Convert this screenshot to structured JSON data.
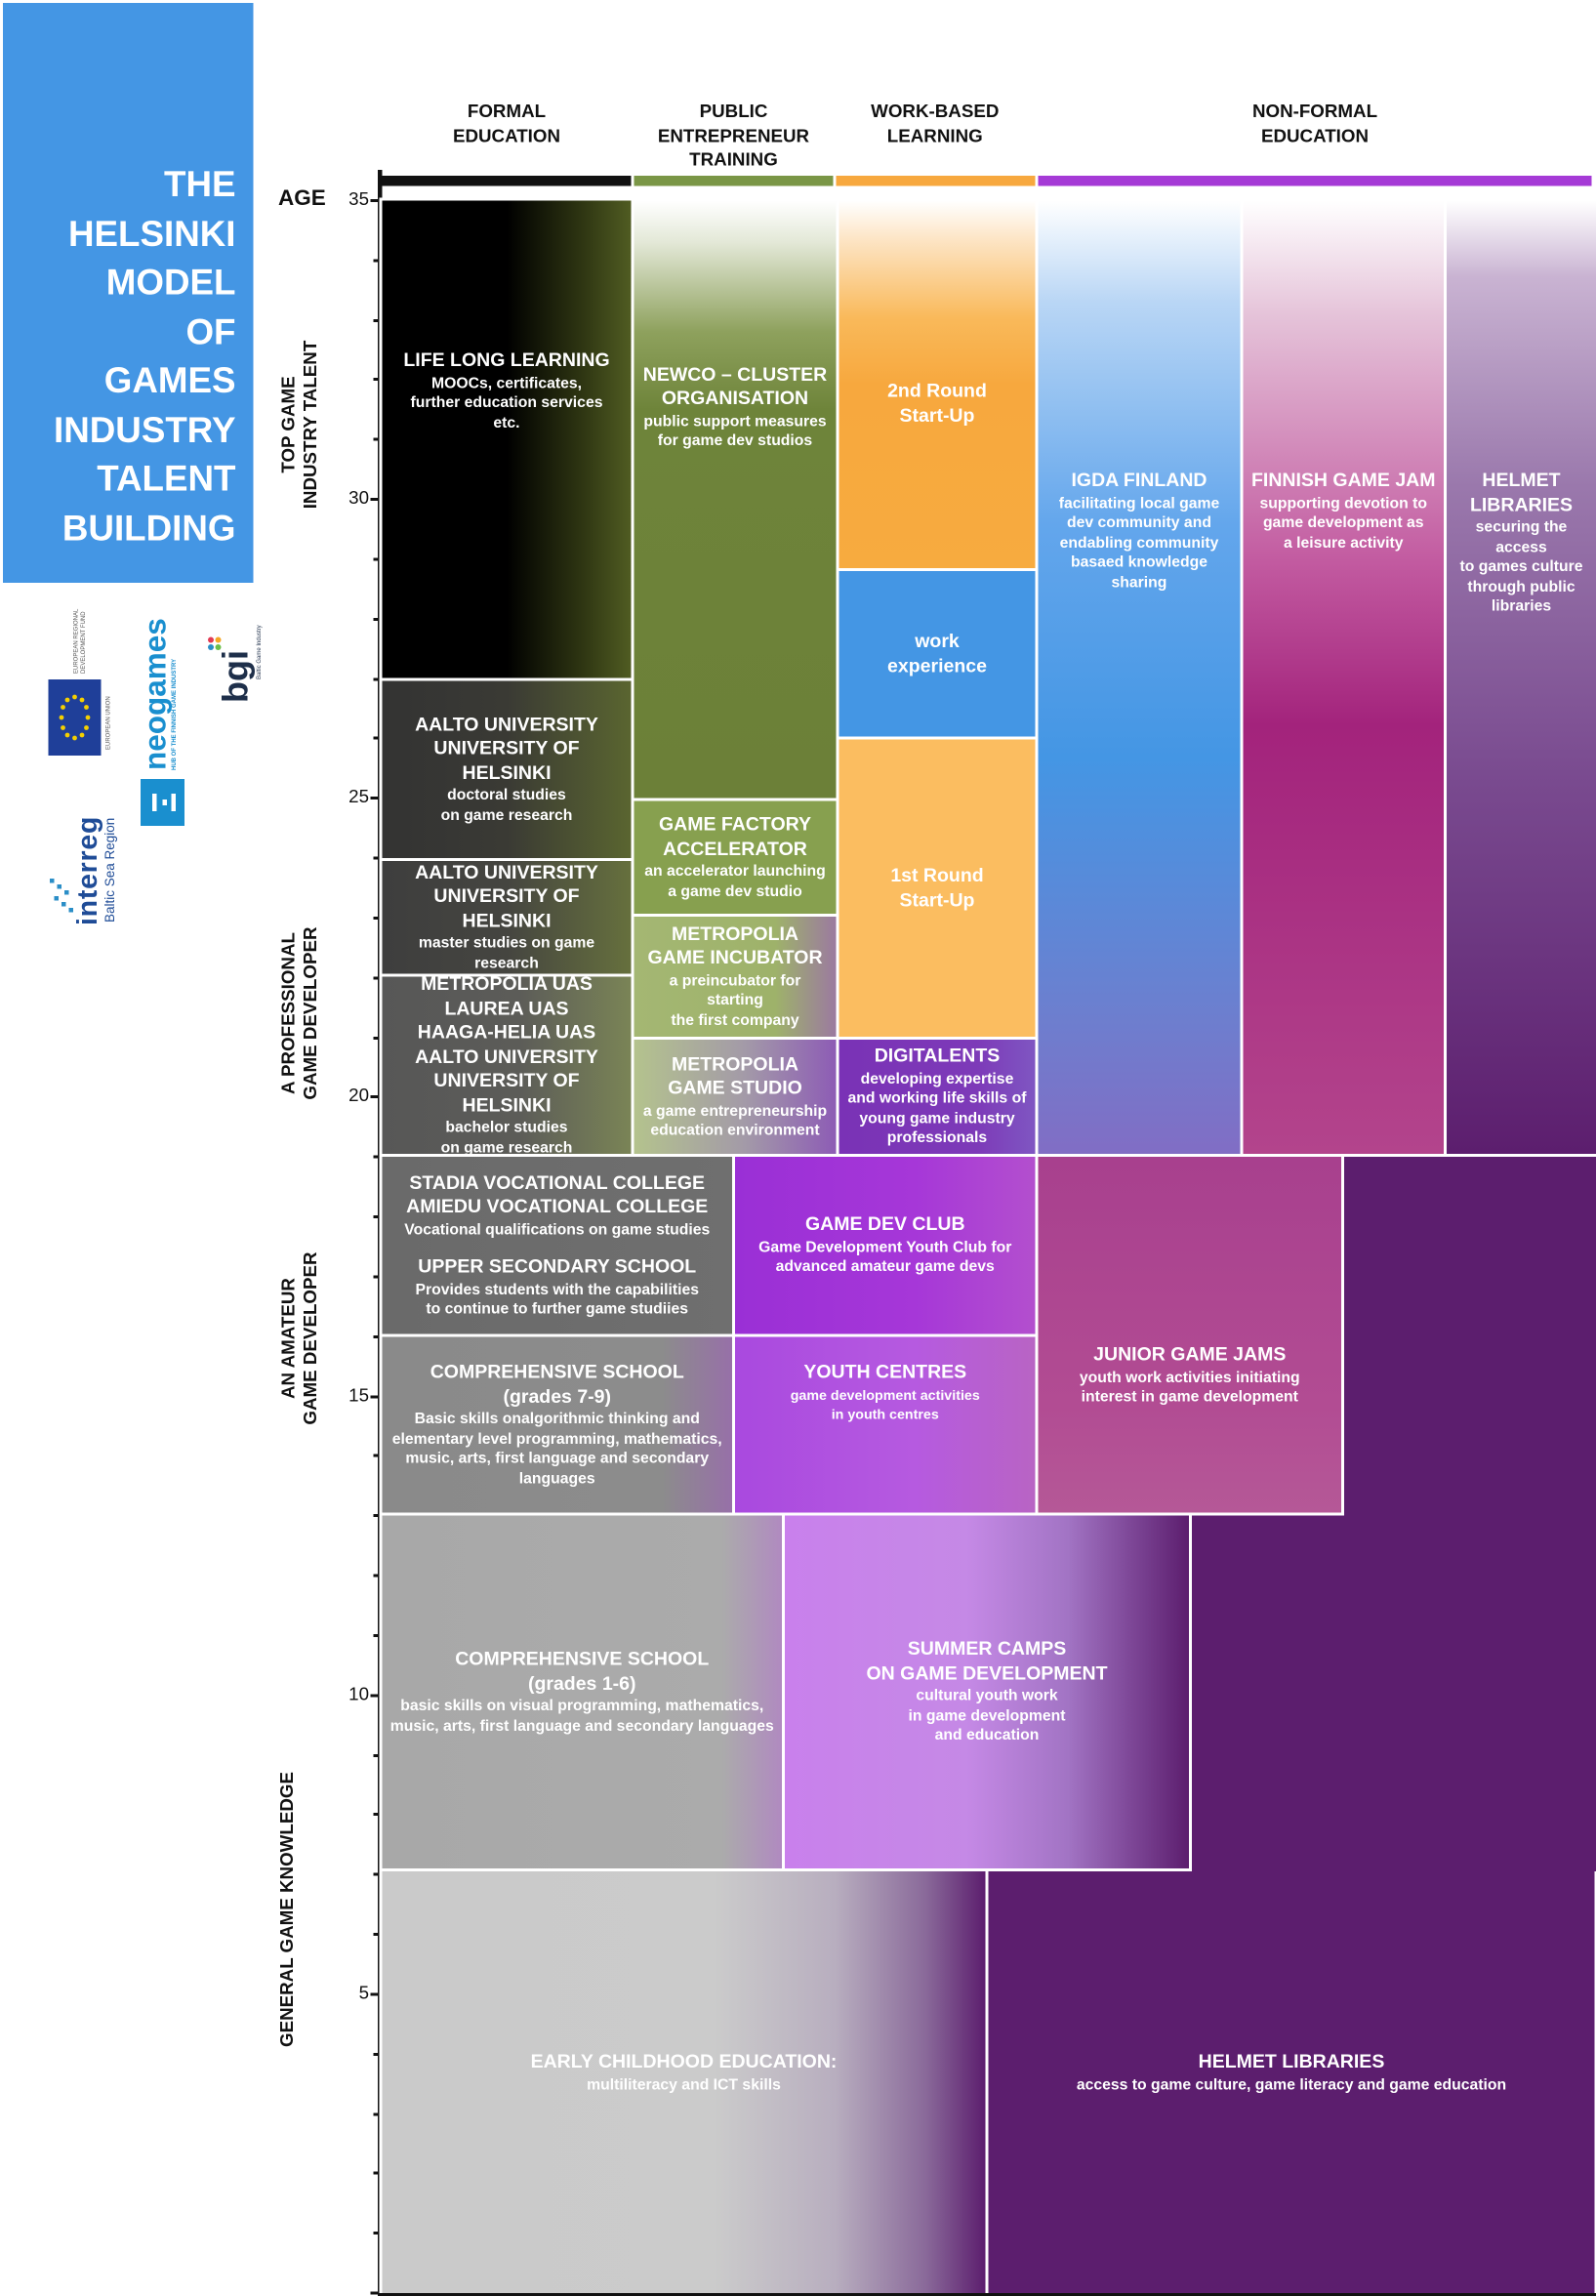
{
  "title": "THE HELSINKI MODEL OF GAMES INDUSTRY TALENT BUILDING",
  "title_lines": [
    "THE",
    "HELSINKI",
    "MODEL",
    "OF",
    "GAMES",
    "INDUSTRY",
    "TALENT",
    "BUILDING"
  ],
  "colors": {
    "title_panel": "#4496e4",
    "formal": "#111111",
    "public": "#7a9646",
    "work": "#f7a83e",
    "nonformal": "#a53ad6",
    "purple_dark": "#5c1e6e"
  },
  "categories": [
    {
      "label": "FORMAL\nEDUCATION",
      "color": "#111111"
    },
    {
      "label": "PUBLIC\nENTREPRENEUR\nTRAINING",
      "color": "#7a9646"
    },
    {
      "label": "WORK-BASED\nLEARNING",
      "color": "#f7a83e"
    },
    {
      "label": "NON-FORMAL\nEDUCATION",
      "color": "#a53ad6"
    }
  ],
  "axis": {
    "title": "AGE",
    "min": 0,
    "max": 35,
    "labels": [
      "35",
      "30",
      "25",
      "20",
      "15",
      "10",
      "5"
    ]
  },
  "stages": [
    {
      "label": "TOP GAME\nINDUSTRY TALENT",
      "from": 28,
      "to": 35
    },
    {
      "label": "A PROFESSIONAL\nGAME DEVELOPER",
      "from": 19,
      "to": 25
    },
    {
      "label": "AN AMATEUR\nGAME DEVELOPER",
      "from": 13,
      "to": 19
    },
    {
      "label": "GENERAL GAME KNOWLEDGE",
      "from": 4,
      "to": 10
    }
  ],
  "logos": {
    "eu_text": "EUROPEAN REGIONAL DEVELOPMENT FUND",
    "eu_union": "EUROPEAN UNION",
    "interreg": "interreg",
    "interreg_sub": "Baltic Sea Region",
    "neogames": "neogames",
    "neogames_sub": "HUB OF THE FINNISH GAME INDUSTRY",
    "bgi": "bgi",
    "bgi_sub": "Baltic Game Industry"
  },
  "boxes": [
    {
      "id": "lifelong",
      "title": "LIFE LONG LEARNING",
      "desc": "MOOCs, certificates,\nfurther education services\netc."
    },
    {
      "id": "newco",
      "title": "NEWCO – CLUSTER\nORGANISATION",
      "desc": "public support measures\nfor game dev studios"
    },
    {
      "id": "round2",
      "title": "2nd Round\nStart-Up",
      "desc": ""
    },
    {
      "id": "igda",
      "title": "IGDA FINLAND",
      "desc": "facilitating local  game\ndev community and\nendabling community\nbasaed knowledge\nsharing"
    },
    {
      "id": "fgj",
      "title": "FINNISH GAME JAM",
      "desc": "supporting devotion to\ngame development as\na leisure activity"
    },
    {
      "id": "helmet-top",
      "title": "HELMET\nLIBRARIES",
      "desc": "securing the access\nto games culture\nthrough public\nlibraries"
    },
    {
      "id": "workexp",
      "title": "work\nexperience",
      "desc": ""
    },
    {
      "id": "aalto-doc",
      "title": "AALTO UNIVERSITY\nUNIVERSITY OF HELSINKI",
      "desc": "doctoral studies\non game research"
    },
    {
      "id": "gamefactory",
      "title": "GAME FACTORY\nACCELERATOR",
      "desc": "an accelerator launching\na game dev studio"
    },
    {
      "id": "round1",
      "title": "1st Round\nStart-Up",
      "desc": ""
    },
    {
      "id": "aalto-master",
      "title": "AALTO UNIVERSITY\nUNIVERSITY OF HELSINKI",
      "desc": "master studies on game research"
    },
    {
      "id": "incubator",
      "title": "METROPOLIA\nGAME INCUBATOR",
      "desc": "a preincubator for starting\nthe first company"
    },
    {
      "id": "uas",
      "title": "METROPOLIA UAS\nLAUREA UAS\nHAAGA-HELIA UAS\nAALTO UNIVERSITY\nUNIVERSITY OF HELSINKI",
      "desc": "bachelor studies\non game research"
    },
    {
      "id": "studio",
      "title": "METROPOLIA\nGAME STUDIO",
      "desc": "a game entrepreneurship\neducation environment"
    },
    {
      "id": "digitalents",
      "title": "DIGITALENTS",
      "desc": "developing expertise\nand working life skills of\nyoung  game industry\nprofessionals"
    },
    {
      "id": "vocational",
      "title": "STADIA VOCATIONAL COLLEGE\nAMIEDU VOCATIONAL COLLEGE",
      "desc": "Vocational qualifications on game studies",
      "title2": "UPPER SECONDARY SCHOOL",
      "desc2": "Provides students with the capabilities\nto continue to further game studiies"
    },
    {
      "id": "gamedevclub",
      "title": "GAME DEV CLUB",
      "desc": "Game Development Youth Club for\nadvanced amateur game devs"
    },
    {
      "id": "comp79",
      "title": "COMPREHENSIVE SCHOOL\n(grades 7-9)",
      "desc": "Basic skills onalgorithmic thinking and\nelementary level programming, mathematics,\nmusic, arts, first language and secondary\nlanguages"
    },
    {
      "id": "youth",
      "title": "YOUTH CENTRES",
      "desc": "game development activities\nin youth centres"
    },
    {
      "id": "juniorjams",
      "title": "JUNIOR GAME JAMS",
      "desc": "youth work activities initiating\ninterest in game development"
    },
    {
      "id": "comp16",
      "title": "COMPREHENSIVE SCHOOL\n(grades 1-6)",
      "desc": "basic skills on visual programming, mathematics,\nmusic, arts, first language and secondary languages"
    },
    {
      "id": "summer",
      "title": "SUMMER CAMPS\nON GAME DEVELOPMENT",
      "desc": "cultural youth work\nin game development\nand education"
    },
    {
      "id": "early",
      "title": "EARLY CHILDHOOD EDUCATION:",
      "desc": "multiliteracy and ICT skills"
    },
    {
      "id": "helmet-bottom",
      "title": "HELMET LIBRARIES",
      "desc": "access to game culture, game literacy and game education"
    }
  ]
}
